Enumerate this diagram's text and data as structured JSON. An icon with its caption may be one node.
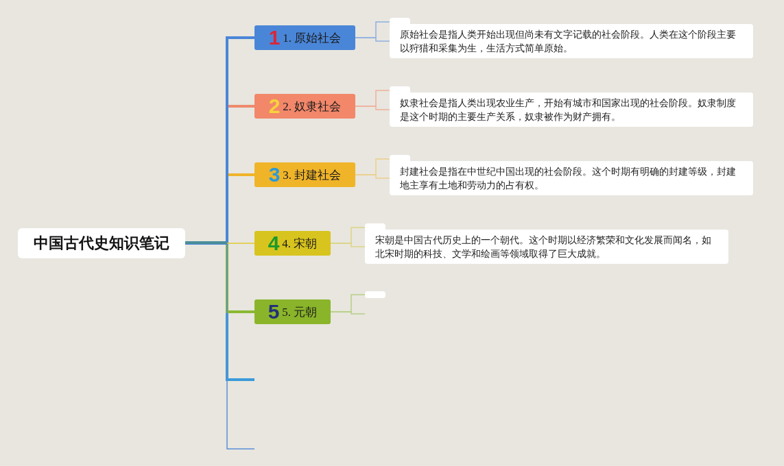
{
  "diagram": {
    "nodes": [
      {
        "text": [
          "中国古代史知识笔记"
        ]
      },
      {
        "text": [
          "1",
          "1. 原始社会"
        ]
      },
      {
        "text": [],
        "shape": "box"
      },
      {
        "text": [
          "原始社会是指人类开始出现但尚未有文字记载的社会阶段。人类在这个阶段主要以狩猎和采集为生，生活方式简单原始。"
        ]
      },
      {
        "text": [
          "2",
          "2. 奴隶社会"
        ]
      },
      {
        "text": [],
        "shape": "box"
      },
      {
        "text": [
          "奴隶社会是指人类出现农业生产，开始有城市和国家出现的社会阶段。奴隶制度是这个时期的主要生产关系，奴隶被作为财产拥有。"
        ]
      },
      {
        "text": [
          "3",
          "3. 封建社会"
        ]
      },
      {
        "text": [],
        "shape": "box"
      },
      {
        "text": [
          "封建社会是指在中世纪中国出现的社会阶段。这个时期有明确的封建等级，封建地主享有土地和劳动力的占有权。"
        ]
      },
      {
        "text": [
          "4",
          "4. 宋朝"
        ]
      },
      {
        "text": [],
        "shape": "box"
      },
      {
        "text": [
          "宋朝是中国古代历史上的一个朝代。这个时期以经济繁荣和文化发展而闻名，如北宋时期的科技、文学和绘画等领域取得了巨大成就。"
        ]
      },
      {
        "text": [
          "5",
          "5. 元朝"
        ]
      },
      {
        "text": [],
        "shape": "box"
      }
    ],
    "edges": [
      {
        "from": 0,
        "to": 1,
        "arrow": "none",
        "style": "thick",
        "color": "#4a86d8"
      },
      {
        "from": 0,
        "to": 4,
        "arrow": "none",
        "style": "thick",
        "color": "#ee8a6c"
      },
      {
        "from": 0,
        "to": 7,
        "arrow": "none",
        "style": "thick",
        "color": "#f0b429"
      },
      {
        "from": 0,
        "to": 10,
        "arrow": "none",
        "color": "#e0c832"
      },
      {
        "from": 0,
        "to": 13,
        "arrow": "none",
        "style": "thick",
        "color": "#8ab832"
      },
      {
        "from": 0,
        "to": null,
        "arrow": "none",
        "style": "thick",
        "color": "#3a9ad9"
      },
      {
        "from": 0,
        "to": null,
        "arrow": "none",
        "color": "#5a8fd8"
      },
      {
        "from": 1,
        "to": 2,
        "arrow": "none",
        "color": "#8fb0e0"
      },
      {
        "from": 1,
        "to": 3,
        "arrow": "none",
        "color": "#8fb0e0"
      },
      {
        "from": 4,
        "to": 5,
        "arrow": "none",
        "color": "#f0b09c"
      },
      {
        "from": 4,
        "to": 6,
        "arrow": "none",
        "color": "#f0b09c"
      },
      {
        "from": 7,
        "to": 8,
        "arrow": "none",
        "color": "#ecd08a"
      },
      {
        "from": 7,
        "to": 9,
        "arrow": "none",
        "color": "#ecd08a"
      },
      {
        "from": 10,
        "to": 11,
        "arrow": "none",
        "color": "#dcd584"
      },
      {
        "from": 10,
        "to": 12,
        "arrow": "none",
        "color": "#dcd584"
      },
      {
        "from": 13,
        "to": 14,
        "arrow": "none",
        "color": "#b5cf85"
      },
      {
        "from": 13,
        "to": null,
        "arrow": "none",
        "color": "#b5cf85"
      }
    ]
  }
}
